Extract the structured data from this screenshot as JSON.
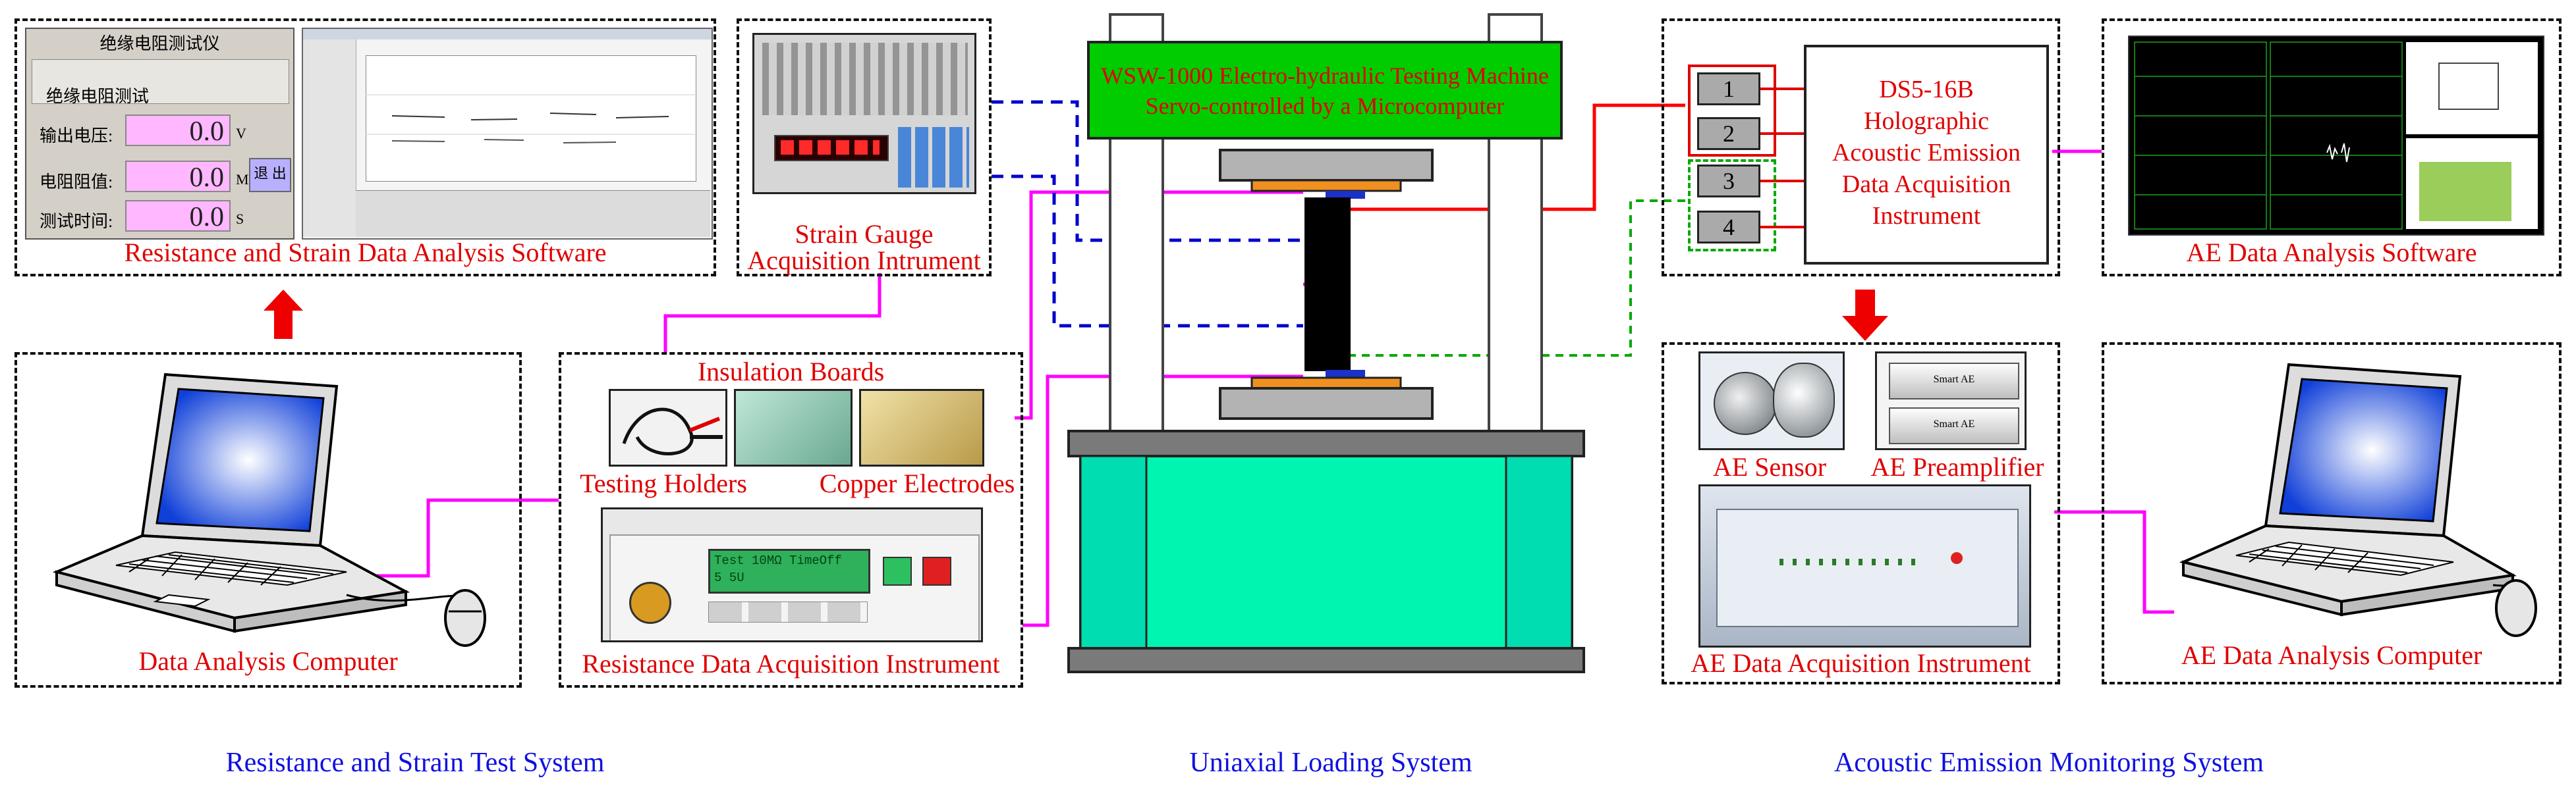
{
  "left": {
    "software_label": "Resistance and Strain Data  Analysis Software",
    "software_window": {
      "title": "绝缘电阻测试仪",
      "section": "绝缘电阻测试",
      "row1_label": "输出电压:",
      "row1_value": "0.0",
      "row1_unit": "V",
      "row2_label": "电阻阻值:",
      "row2_value": "0.0",
      "row2_unit": "MΩ",
      "row3_label": "测试时间:",
      "row3_value": "0.0",
      "row3_unit": "S",
      "button": "退 出"
    },
    "strain_label_line1": "Strain Gauge",
    "strain_label_line2": "Acquisition Intrument",
    "insulation_label": "Insulation Boards",
    "holders_label": "Testing Holders",
    "electrodes_label": "Copper Electrodes",
    "resistance_label": "Resistance Data Acquisition Instrument",
    "resistance_display": {
      "line1": "Test 10MΩ TimeOff",
      "line2": "5 5U"
    },
    "computer_label": "Data Analysis Computer",
    "system_label": "Resistance and Strain Test System"
  },
  "center": {
    "machine_line1": "WSW-1000 Electro-hydraulic Testing Machine",
    "machine_line2": "Servo-controlled by a Microcomputer",
    "system_label": "Uniaxial Loading System"
  },
  "right": {
    "channels": [
      "1",
      "2",
      "3",
      "4"
    ],
    "ds_lines": [
      "DS5-16B",
      "Holographic",
      "Acoustic Emission",
      "Data Acquisition",
      "Instrument"
    ],
    "ae_software_label": "AE Data  Analysis Software",
    "sensor_label": "AE Sensor",
    "preamp_label": "AE Preamplifier",
    "preamp_text": "Smart AE",
    "acq_label": "AE Data Acquisition Instrument",
    "computer_label": "AE Data Analysis Computer",
    "system_label": "Acoustic Emission Monitoring System"
  },
  "colors": {
    "label_red": "#e00000",
    "system_blue": "#1010e0",
    "machine_green": "#00cc00",
    "base_teal": "#00f5b0",
    "magenta_wire": "#ff00ff",
    "blue_wire": "#0000cc",
    "red_wire": "#ff0000",
    "green_wire": "#00aa00"
  }
}
